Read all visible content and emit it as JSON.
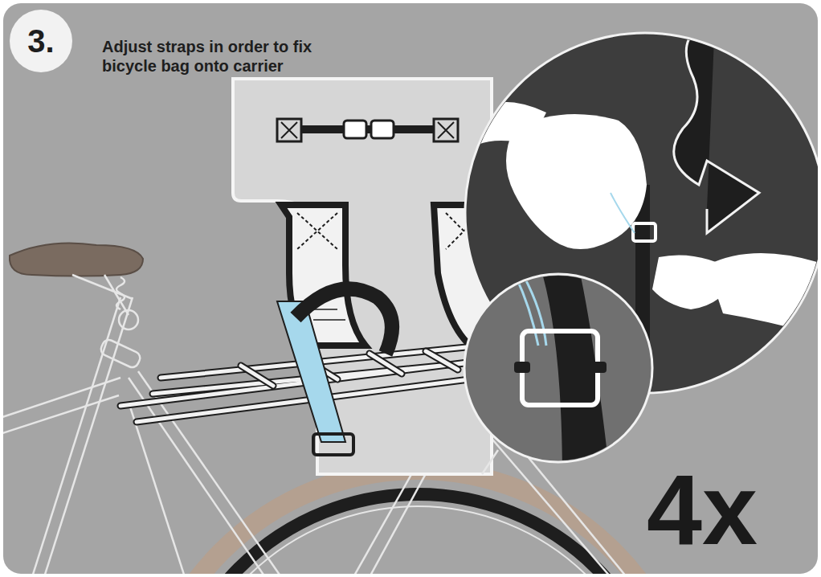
{
  "diagram": {
    "title": "Adjust straps in order to fix bicycle bag onto carrier",
    "nodes": [
      {
        "text": [
          "3."
        ]
      }
    ],
    "labels": [
      "4x"
    ]
  }
}
